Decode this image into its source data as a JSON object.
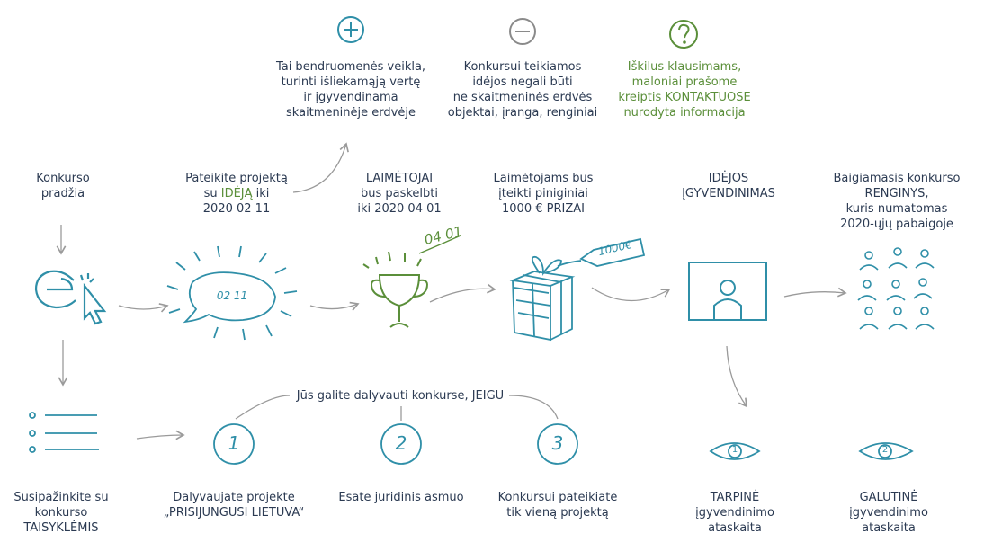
{
  "colors": {
    "teal": "#2f8fa8",
    "green": "#5b8f3a",
    "text": "#2b3a52",
    "arrow": "#9a9a9a"
  },
  "top": {
    "plus": {
      "icon": "plus-circle-icon",
      "lines": [
        "Tai bendruomenės veikla,",
        "turinti išliekamąją vertę",
        "ir įgyvendinama",
        "skaitmeninėje erdvėje"
      ]
    },
    "minus": {
      "icon": "minus-circle-icon",
      "lines": [
        "Konkursui teikiamos",
        "idėjos negali būti",
        "ne skaitmeninės erdvės",
        "objektai, įranga, renginiai"
      ]
    },
    "question": {
      "icon": "question-circle-icon",
      "lines": [
        "Iškilus klausimams,",
        "maloniai prašome",
        "kreiptis KONTAKTUOSE",
        "nurodyta informacija"
      ]
    }
  },
  "steps": {
    "start": {
      "lines": [
        "Konkurso",
        "pradžia"
      ],
      "icon": "cursor-click-icon"
    },
    "submit": {
      "line1": "Pateikite projektą",
      "line2_pre": "su ",
      "line2_hl": "IDĖJĄ",
      "line2_post": " iki",
      "line3": "2020 02 11",
      "bubble": "02 11",
      "icon": "speech-bubble-icon"
    },
    "winners": {
      "lines": [
        "LAIMĖTOJAI",
        "bus paskelbti",
        "iki 2020 04 01"
      ],
      "date": "04 01",
      "icon": "trophy-icon"
    },
    "prize": {
      "lines": [
        "Laimėtojams bus",
        "įteikti piniginiai",
        "1000 € PRIZAI"
      ],
      "tag": "1000€",
      "icon": "gift-icon"
    },
    "impl": {
      "lines": [
        "IDĖJOS",
        "ĮGYVENDINIMAS"
      ],
      "icon": "screen-person-icon"
    },
    "event": {
      "lines": [
        "Baigiamasis konkurso",
        "RENGINYS,",
        "kuris numatomas",
        "2020-ųjų pabaigoje"
      ],
      "icon": "audience-icon"
    }
  },
  "bottom": {
    "condition": "Jūs galite dalyvauti konkurse, JEIGU",
    "rules": {
      "lines": [
        "Susipažinkite su",
        "konkurso",
        "TAISYKLĖMIS"
      ],
      "icon": "list-icon"
    },
    "c1": {
      "num": "1",
      "lines": [
        "Dalyvaujate projekte",
        "„PRISIJUNGUSI LIETUVA“"
      ]
    },
    "c2": {
      "num": "2",
      "lines": [
        "Esate juridinis asmuo"
      ]
    },
    "c3": {
      "num": "3",
      "lines": [
        "Konkursui pateikiate",
        "tik vieną projektą"
      ]
    },
    "r1": {
      "num": "1",
      "lines": [
        "TARPINĖ",
        "įgyvendinimo",
        "ataskaita"
      ],
      "icon": "eye-icon"
    },
    "r2": {
      "num": "2",
      "lines": [
        "GALUTINĖ",
        "įgyvendinimo",
        "ataskaita"
      ],
      "icon": "eye-icon"
    }
  }
}
